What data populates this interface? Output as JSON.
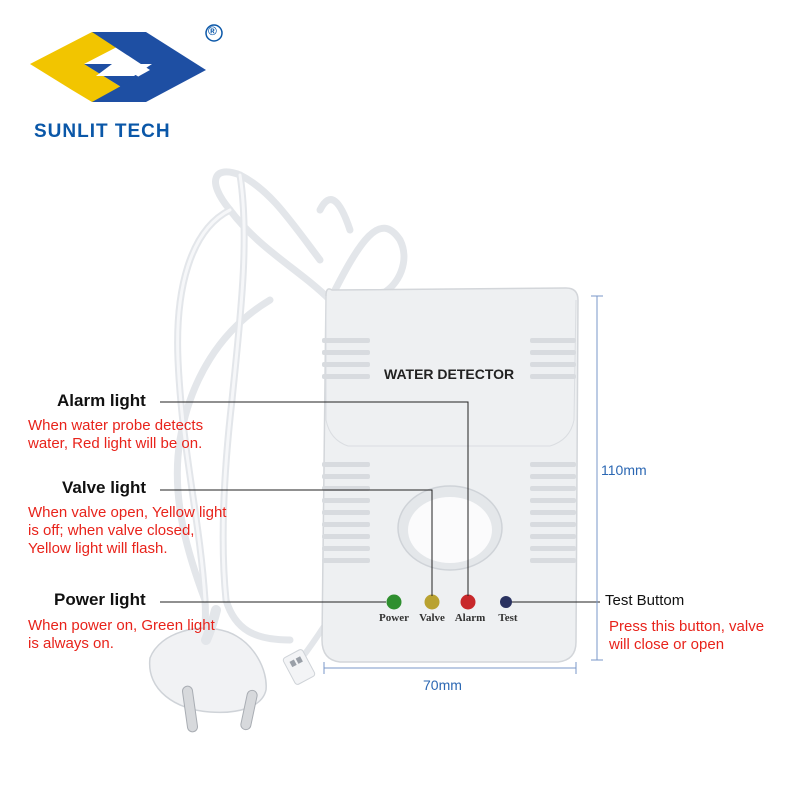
{
  "brand": {
    "name": "SUNLIT TECH",
    "registered_mark": "®",
    "colors": {
      "blue": "#1e4fa3",
      "yellow": "#f2c500",
      "text": "#0a57a8"
    }
  },
  "device": {
    "panel_title": "WATER DETECTOR",
    "leds": [
      {
        "label": "Power",
        "color": "#2f8f2f"
      },
      {
        "label": "Valve",
        "color": "#b9a231"
      },
      {
        "label": "Alarm",
        "color": "#c8282b"
      },
      {
        "label": "Test",
        "color": "#2a3260"
      }
    ]
  },
  "callouts": {
    "alarm": {
      "heading": "Alarm light",
      "lines": [
        "When water probe detects",
        "water, Red light will be on."
      ]
    },
    "valve": {
      "heading": "Valve light",
      "lines": [
        "When valve open, Yellow light",
        "is off; when valve closed,",
        "Yellow light will flash."
      ]
    },
    "power": {
      "heading": "Power light",
      "lines": [
        "When power on, Green light",
        "is always on."
      ]
    },
    "test": {
      "heading": "Test Buttom",
      "lines": [
        "Press this button, valve",
        "will close or open"
      ]
    }
  },
  "dimensions": {
    "height": "110mm",
    "width": "70mm"
  },
  "colors": {
    "callout_text": "#e8231b",
    "dimension_text": "#2b67b3",
    "leader_line": "#222222"
  }
}
